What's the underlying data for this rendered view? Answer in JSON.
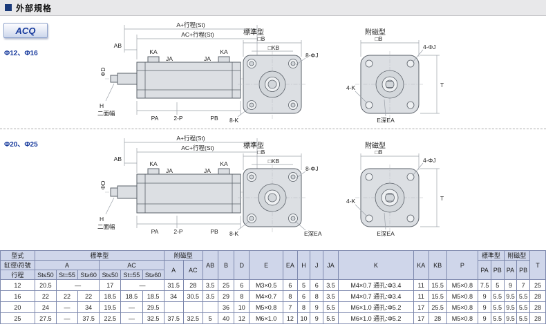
{
  "page": {
    "title": "外部規格",
    "model": "ACQ"
  },
  "colors": {
    "accent": "#16399c",
    "header_bg": "#cfd6ea",
    "title_bullet": "#1a3a7a"
  },
  "sections": [
    {
      "bore_label": "Φ12、Φ16",
      "side": {
        "dim_a": "A+行程(St)",
        "dim_ac": "AC+行程(St)",
        "dim_ab": "AB",
        "dim_ka": "KA",
        "dim_ja": "JA",
        "dim_d": "ΦD",
        "dim_h": "H",
        "flats_note": "二面幅",
        "dim_pa": "PA",
        "ports": "2-P",
        "dim_pb": "PB"
      },
      "standard": {
        "title": "標準型",
        "dim_b": "□B",
        "dim_kb": "□KB",
        "holes_j": "8-ΦJ",
        "holes_k": "8-K"
      },
      "magnet": {
        "title": "附磁型",
        "dim_b": "□B",
        "holes_j": "4-ΦJ",
        "holes_k": "4-K",
        "thread_depth": "E深EA",
        "dim_t": "T"
      }
    },
    {
      "bore_label": "Φ20、Φ25",
      "side": {
        "dim_a": "A+行程(St)",
        "dim_ac": "AC+行程(St)",
        "dim_ab": "AB",
        "dim_ka": "KA",
        "dim_ja": "JA",
        "dim_d": "ΦD",
        "dim_h": "H",
        "flats_note": "二面幅",
        "dim_pa": "PA",
        "ports": "2-P",
        "dim_pb": "PB"
      },
      "standard": {
        "title": "標準型",
        "dim_b": "□B",
        "dim_kb": "□KB",
        "holes_j": "8-ΦJ",
        "holes_k": "8-K",
        "thread_depth": "E深EA"
      },
      "magnet": {
        "title": "附磁型",
        "dim_b": "□B",
        "holes_j": "4-ΦJ",
        "holes_k": "4-K",
        "thread_depth": "E深EA",
        "dim_t": "T"
      }
    }
  ],
  "table": {
    "header": {
      "r1c1": "型式",
      "r2c1": "缸徑\\符號",
      "r3c1": "行程",
      "std_group": "標準型",
      "mag_group": "附磁型",
      "a": "A",
      "ac": "AC",
      "st1": "St≤50",
      "st2": "St=55",
      "st3": "St≥60",
      "mag_a": "A",
      "mag_ac": "AC",
      "cols": [
        "AB",
        "B",
        "D",
        "E",
        "EA",
        "H",
        "J",
        "JA",
        "K",
        "KA",
        "KB",
        "P"
      ],
      "std_group2": "標準型",
      "mag_group2": "附磁型",
      "pa": "PA",
      "pb": "PB",
      "t": "T"
    },
    "rows": [
      {
        "cells": [
          {
            "v": "12"
          },
          {
            "v": "20.5"
          },
          {
            "v": "—",
            "c": 2
          },
          {
            "v": "17"
          },
          {
            "v": "—",
            "c": 2
          },
          {
            "v": "31.5"
          },
          {
            "v": "28"
          },
          {
            "v": "3.5"
          },
          {
            "v": "25"
          },
          {
            "v": "6"
          },
          {
            "v": "M3×0.5"
          },
          {
            "v": "6"
          },
          {
            "v": "5"
          },
          {
            "v": "6"
          },
          {
            "v": "3.5"
          },
          {
            "v": "M4×0.7 通孔:Φ3.4"
          },
          {
            "v": "11"
          },
          {
            "v": "15.5"
          },
          {
            "v": "M5×0.8"
          },
          {
            "v": "7.5"
          },
          {
            "v": "5"
          },
          {
            "v": "9"
          },
          {
            "v": "7"
          },
          {
            "v": "25"
          }
        ]
      },
      {
        "cells": [
          {
            "v": "16"
          },
          {
            "v": "22"
          },
          {
            "v": "22"
          },
          {
            "v": "22"
          },
          {
            "v": "18.5"
          },
          {
            "v": "18.5"
          },
          {
            "v": "18.5"
          },
          {
            "v": "34"
          },
          {
            "v": "30.5"
          },
          {
            "v": "3.5"
          },
          {
            "v": "29"
          },
          {
            "v": "8"
          },
          {
            "v": "M4×0.7"
          },
          {
            "v": "8"
          },
          {
            "v": "6"
          },
          {
            "v": "8"
          },
          {
            "v": "3.5"
          },
          {
            "v": "M4×0.7 通孔:Φ3.4"
          },
          {
            "v": "11"
          },
          {
            "v": "15.5"
          },
          {
            "v": "M5×0.8"
          },
          {
            "v": "9"
          },
          {
            "v": "5.5"
          },
          {
            "v": "9.5"
          },
          {
            "v": "5.5"
          },
          {
            "v": "28"
          }
        ]
      },
      {
        "cells": [
          {
            "v": "20"
          },
          {
            "v": "24"
          },
          {
            "v": "—"
          },
          {
            "v": "34"
          },
          {
            "v": "19.5"
          },
          {
            "v": "—"
          },
          {
            "v": "29.5"
          },
          {
            "v": ""
          },
          {
            "v": ""
          },
          {
            "v": ""
          },
          {
            "v": "36"
          },
          {
            "v": "10"
          },
          {
            "v": "M5×0.8"
          },
          {
            "v": "7"
          },
          {
            "v": "8"
          },
          {
            "v": "9"
          },
          {
            "v": "5.5"
          },
          {
            "v": "M6×1.0 通孔:Φ5.2"
          },
          {
            "v": "17"
          },
          {
            "v": "25.5"
          },
          {
            "v": "M5×0.8"
          },
          {
            "v": "9"
          },
          {
            "v": "5.5"
          },
          {
            "v": "9.5"
          },
          {
            "v": "5.5"
          },
          {
            "v": "28"
          }
        ]
      },
      {
        "cells": [
          {
            "v": "25"
          },
          {
            "v": "27.5"
          },
          {
            "v": "—"
          },
          {
            "v": "37.5"
          },
          {
            "v": "22.5"
          },
          {
            "v": "—"
          },
          {
            "v": "32.5"
          },
          {
            "v": "37.5"
          },
          {
            "v": "32.5"
          },
          {
            "v": "5"
          },
          {
            "v": "40"
          },
          {
            "v": "12"
          },
          {
            "v": "M6×1.0"
          },
          {
            "v": "12"
          },
          {
            "v": "10"
          },
          {
            "v": "9"
          },
          {
            "v": "5.5"
          },
          {
            "v": "M6×1.0 通孔:Φ5.2"
          },
          {
            "v": "17"
          },
          {
            "v": "28"
          },
          {
            "v": "M5×0.8"
          },
          {
            "v": "9"
          },
          {
            "v": "5.5"
          },
          {
            "v": "9.5"
          },
          {
            "v": "5.5"
          },
          {
            "v": "28"
          }
        ]
      }
    ]
  }
}
